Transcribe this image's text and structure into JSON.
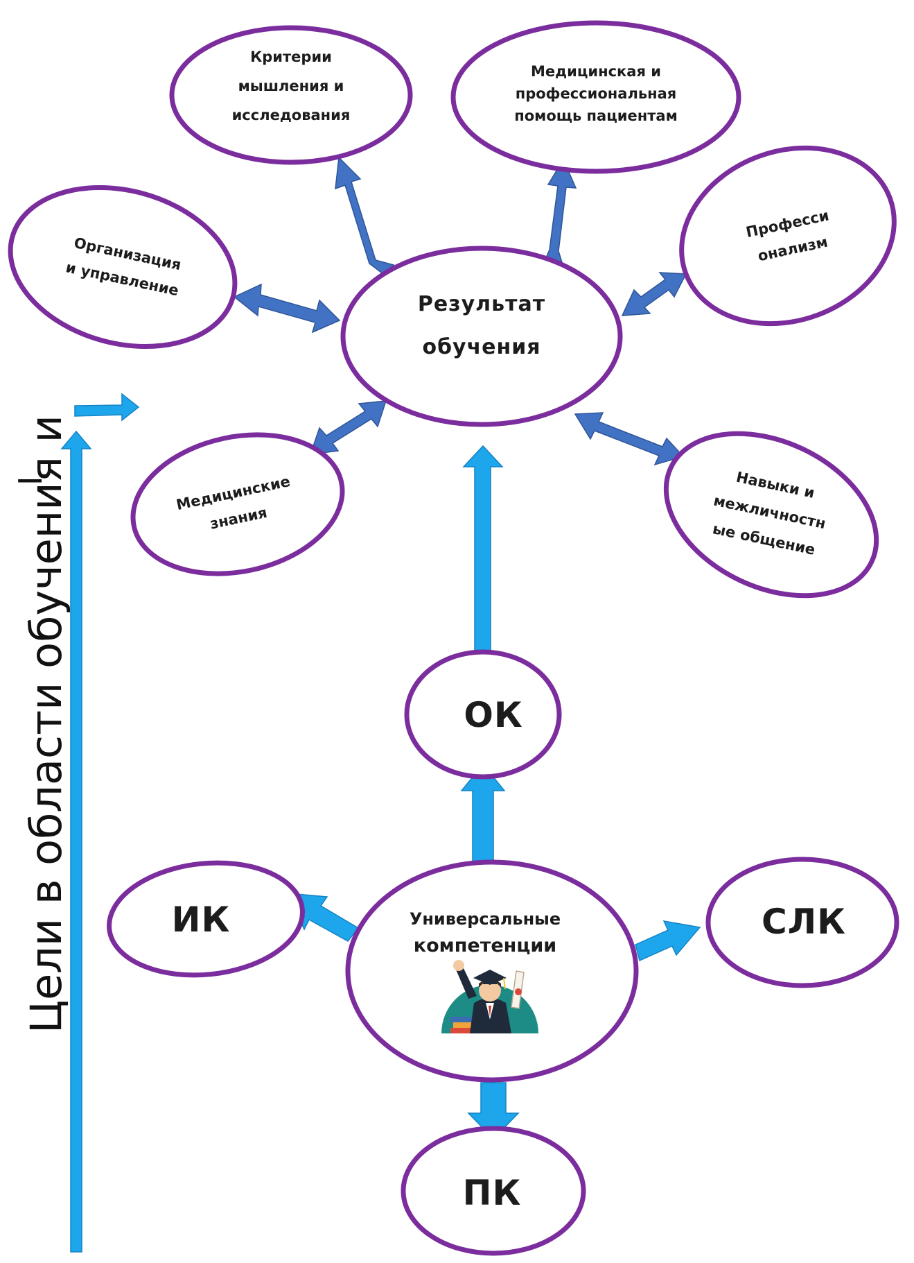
{
  "diagram": {
    "center": [
      "Результат",
      "обучения"
    ],
    "outcomes": [
      {
        "id": "thinking",
        "lines": [
          "Критерии",
          "мышления и",
          "исследования"
        ]
      },
      {
        "id": "medical-help",
        "lines": [
          "Медицинская и",
          "профессиональная",
          "помощь пациентам"
        ]
      },
      {
        "id": "professionalism",
        "lines": [
          "Професси",
          "онализм"
        ]
      },
      {
        "id": "organization",
        "lines": [
          "Организация",
          "и управление"
        ]
      },
      {
        "id": "knowledge",
        "lines": [
          "Медицинские",
          "знания"
        ]
      },
      {
        "id": "communication",
        "lines": [
          "Навыки и",
          "межличностн",
          "ые общение"
        ]
      }
    ],
    "ok": "ОК",
    "universal": [
      "Универсальные",
      "компетенции"
    ],
    "ik": "ИК",
    "slk": "СЛК",
    "pk": "ПК",
    "side_label": "Цели в области обучения и",
    "side_mark": "I"
  },
  "colors": {
    "ellipse_border": "#7b2d9e",
    "dark_arrow": "#4272c4",
    "light_arrow": "#1ea6ec"
  },
  "icons": {
    "graduate": "graduate-with-diploma-icon"
  }
}
